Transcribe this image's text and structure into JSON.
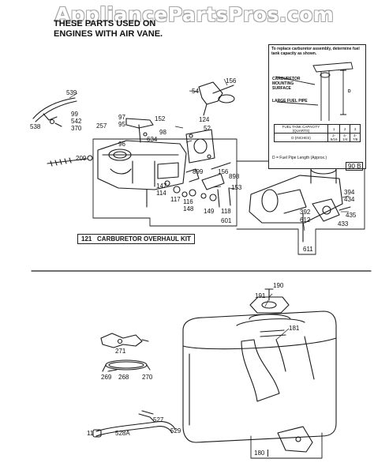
{
  "watermark": "AppliancePartsPros.com",
  "note": {
    "line1": "THESE PARTS USED ON",
    "line2": "ENGINES WITH AIR VANE."
  },
  "inset": {
    "instructions": "To replace carburetor assembly, determine fuel tank capacity as shown.",
    "label_surface": "CARBURETOR MOUNTING SURFACE",
    "label_fuel_pipe": "LARGE FUEL PIPE",
    "dim_label": "D",
    "table": {
      "header": [
        "FUEL TANK CAPACITY (QUARTS)",
        "1",
        "2",
        "3"
      ],
      "row": [
        "D (INCHES)",
        "2-5/16",
        "4-1/4",
        "4-7/8"
      ]
    },
    "footnote": "D = Fuel Pipe Length (Approx.)"
  },
  "kit_label": {
    "number": "121",
    "text": "CARBURETOR OVERHAUL KIT"
  },
  "box_labels": {
    "b908": "90 B",
    "b601": "601",
    "b611": "611",
    "b180": "180"
  },
  "part_numbers": {
    "p539": "539",
    "p99": "99",
    "p542": "542",
    "p370": "370",
    "p538": "538",
    "p257": "257",
    "p209": "209",
    "p97": "97",
    "p95": "95",
    "p152": "152",
    "p96": "96",
    "p98": "98",
    "p634": "634",
    "p54": "54",
    "p156a": "156",
    "p124": "124",
    "p52": "52",
    "p899": "899",
    "p156b": "156",
    "p898": "898",
    "p147": "147",
    "p114": "114",
    "p117": "117",
    "p116": "116",
    "p148": "148",
    "p153": "153",
    "p149": "149",
    "p118": "118",
    "p394": "394",
    "p434": "434",
    "p392": "392",
    "p612": "612",
    "p435": "435",
    "p433": "433",
    "p190": "190",
    "p191": "191",
    "p181": "181",
    "p271": "271",
    "p269": "269",
    "p268": "268",
    "p270": "270",
    "p527": "527",
    "p11": "11",
    "p528a": "528A",
    "p529": "529"
  }
}
